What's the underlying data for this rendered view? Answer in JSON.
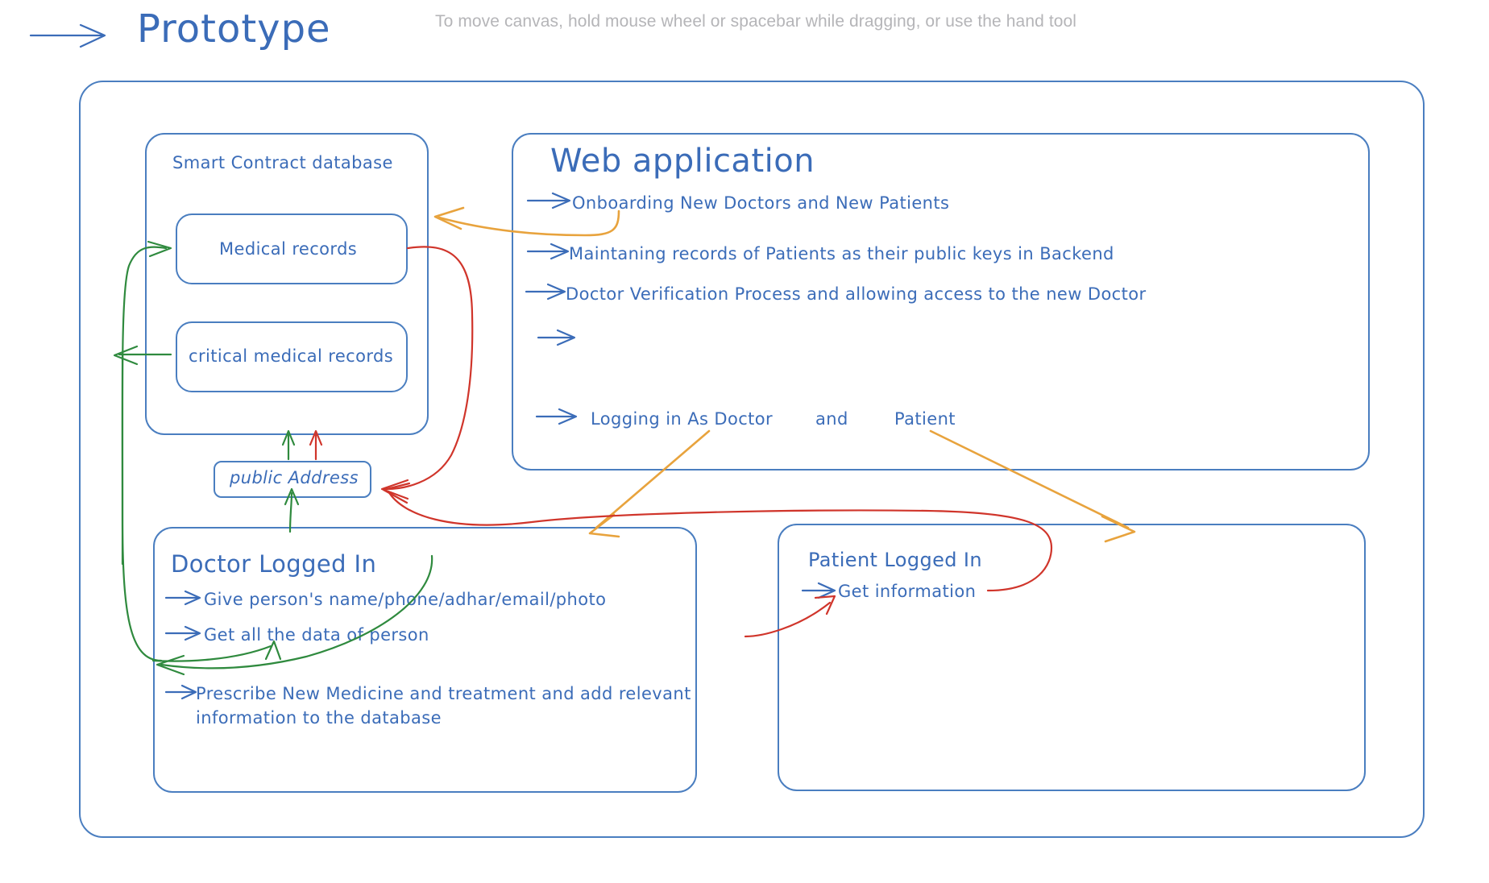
{
  "app": {
    "hint": "To move canvas, hold mouse wheel or spacebar while dragging, or use the hand tool",
    "canvas_title": "Prototype"
  },
  "colors": {
    "ink_blue": "#3b6cb8",
    "box_blue": "#4a7ec0",
    "arrow_green": "#2f8a3e",
    "arrow_red": "#d0352b",
    "arrow_orange": "#e8a33d",
    "hint_gray": "#b5b5b8",
    "background": "#ffffff"
  },
  "diagram": {
    "smart_contract": {
      "title": "Smart Contract database",
      "items": [
        {
          "label": "Medical records"
        },
        {
          "label": "critical medical records"
        }
      ]
    },
    "public_address": {
      "label": "public Address"
    },
    "web_application": {
      "title": "Web application",
      "bullets": [
        "Onboarding New Doctors and New Patients",
        "Maintaning records of Patients as their public keys in Backend",
        "Doctor Verification Process and allowing access to the new Doctor",
        ""
      ],
      "login_row": {
        "left": "Logging in As Doctor",
        "conjunction": "and",
        "right": "Patient"
      }
    },
    "doctor_logged_in": {
      "title": "Doctor Logged In",
      "bullets": [
        "Give person's name/phone/adhar/email/photo",
        "Get all the data of person",
        "Prescribe New Medicine and treatment and add relevant",
        "information to the database"
      ]
    },
    "patient_logged_in": {
      "title": "Patient Logged In",
      "bullets": [
        "Get information"
      ]
    }
  }
}
